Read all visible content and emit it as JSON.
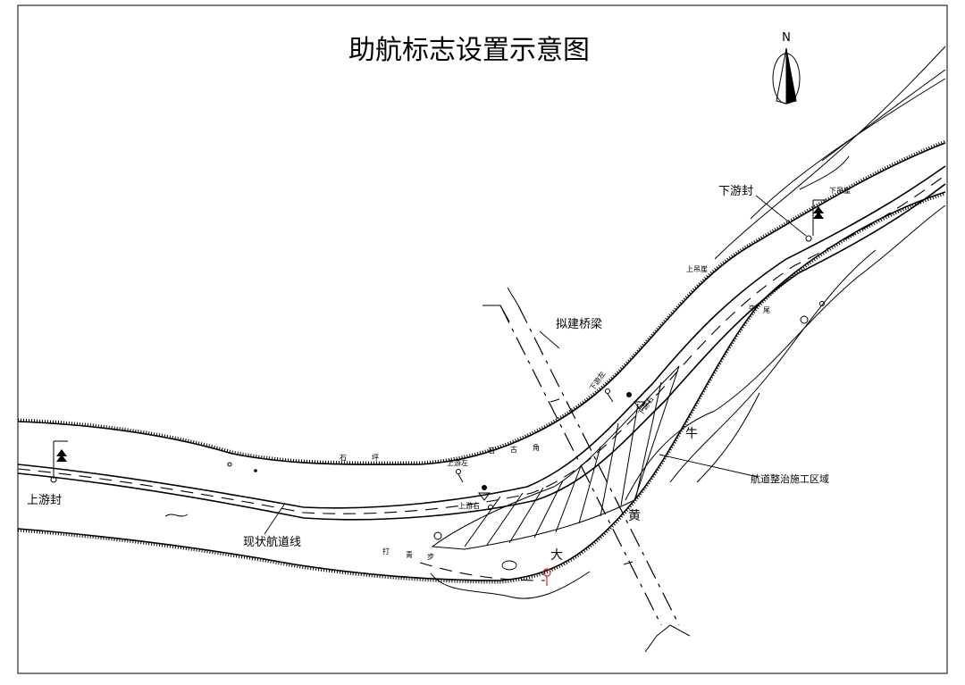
{
  "title": "助航标志设置示意图",
  "north_label": "N",
  "labels": {
    "upstream_seal_left": "上游封",
    "downstream_seal": "下游封",
    "current_channel_line": "现状航道线",
    "proposed_bridge": "拟建桥梁",
    "construction_zone": "航道整治施工区域",
    "upstream_left": "上游左",
    "upstream_right": "上游右",
    "downstream_left": "下游左",
    "downstream_right": "下游右",
    "upper_hanging_cliff": "上吊崖",
    "lower_hanging_cliff": "下吊崖"
  },
  "places": {
    "shi_ping": [
      "石",
      "坪"
    ],
    "shi_gu_jiao": [
      "石",
      "古",
      "角"
    ],
    "da_qing_bu": [
      "打",
      "青",
      "步"
    ],
    "niu_wei": [
      "牛",
      "尾"
    ],
    "da_huang_niu": [
      "大",
      "黄",
      "牛"
    ]
  }
}
